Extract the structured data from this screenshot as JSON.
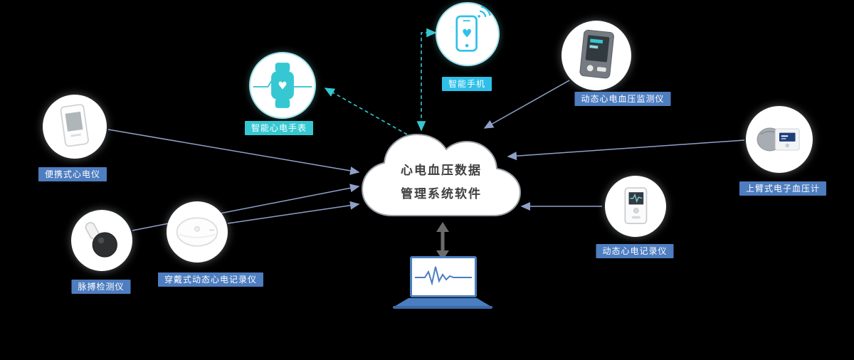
{
  "cloud": {
    "line1": "心电血压数据",
    "line2": "管理系统软件"
  },
  "nodes": {
    "watch": {
      "label": "智能心电手表"
    },
    "phone": {
      "label": "智能手机"
    },
    "bp_monitor": {
      "label": "动态心电血压监测仪"
    },
    "bp_meter": {
      "label": "上臂式电子血压计"
    },
    "ecg_recorder": {
      "label": "动态心电记录仪"
    },
    "handheld_ecg": {
      "label": "便携式心电仪"
    },
    "pulse_device": {
      "label": "脉搏检测仪"
    },
    "ecg_patch": {
      "label": "穿戴式动态心电记录仪"
    }
  },
  "colors": {
    "accent_teal": "#35c8d2",
    "accent_cyan": "#2ec0e8",
    "label_blue": "#4e7dc0",
    "arrow_slate": "#8fa0c8",
    "cloud_border": "#9aa0a6"
  }
}
